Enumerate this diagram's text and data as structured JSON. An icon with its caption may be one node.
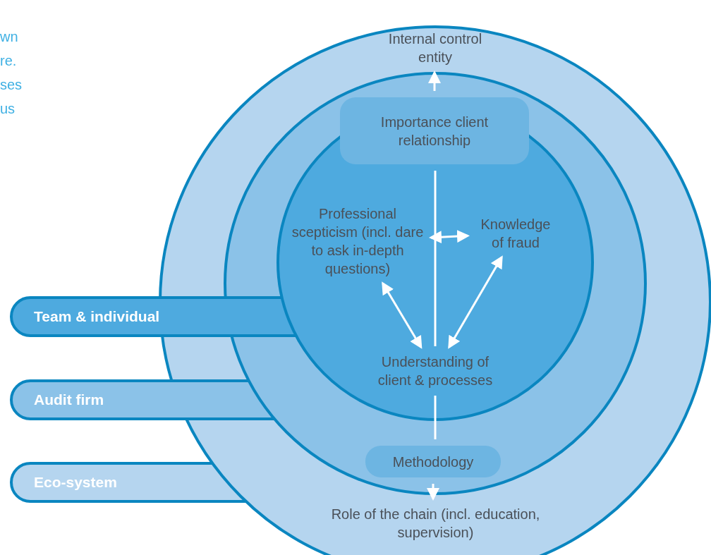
{
  "diagram": {
    "nodes": [
      {
        "text": [],
        "shape": "circle"
      },
      {
        "text": [],
        "shape": "circle",
        "in": 0
      },
      {
        "text": [],
        "shape": "circle",
        "in": 1
      },
      {
        "text": [
          "Team & individual"
        ]
      },
      {
        "text": [
          "Audit firm"
        ]
      },
      {
        "text": [
          "Eco-system"
        ]
      },
      {
        "text": [
          "Internal control entity"
        ],
        "in": 0
      },
      {
        "text": [
          "Importance client relationship"
        ],
        "in": 1
      },
      {
        "text": [
          "Professional scepticism (incl. dare to ask in-depth questions)"
        ],
        "in": 2
      },
      {
        "text": [
          "Knowledge of fraud"
        ],
        "in": 2
      },
      {
        "text": [
          "Understanding of client & processes"
        ],
        "in": 2
      },
      {
        "text": [
          "Methodology"
        ],
        "in": 1
      },
      {
        "text": [
          "Role of the chain (incl. education, supervision)"
        ],
        "in": 0
      }
    ],
    "edges": [
      {
        "from": 10,
        "to": 7,
        "arrow": "none"
      },
      {
        "from": 7,
        "to": 6,
        "arrow": "to"
      },
      {
        "from": 10,
        "to": 11,
        "arrow": "none"
      },
      {
        "from": 11,
        "to": 12,
        "arrow": "to"
      },
      {
        "from": 8,
        "to": 9,
        "arrow": "both"
      },
      {
        "from": 8,
        "to": 10,
        "arrow": "both"
      },
      {
        "from": 9,
        "to": 10,
        "arrow": "both"
      }
    ],
    "labels": [
      "wn",
      "re.",
      "ses",
      "us"
    ]
  }
}
